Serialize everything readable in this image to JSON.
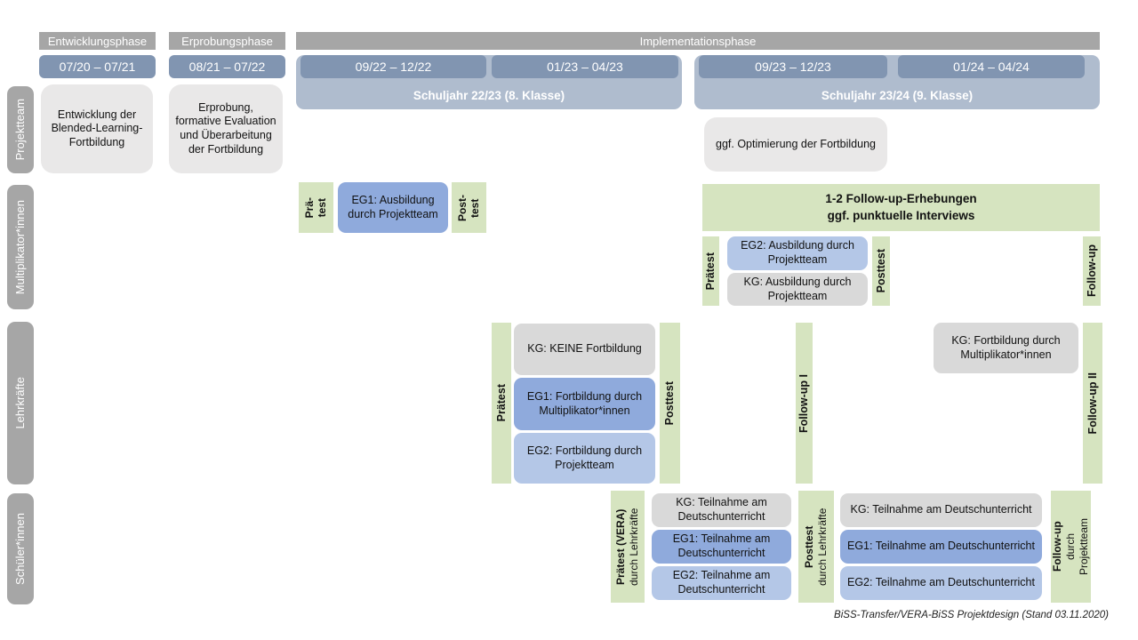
{
  "phases": {
    "p1": "Entwicklungsphase",
    "p2": "Erprobungsphase",
    "p3": "Implementationsphase"
  },
  "timeline": {
    "d1": "07/20 – 07/21",
    "d2": "08/21 – 07/22",
    "d3": "09/22 – 12/22",
    "d4": "01/23 – 04/23",
    "d5": "09/23 – 12/23",
    "d6": "01/24 – 04/24",
    "sj1": "Schuljahr 22/23 (8. Klasse)",
    "sj2": "Schuljahr 23/24 (9. Klasse)"
  },
  "rails": {
    "r1": "Projektteam",
    "r2": "Multiplikator*innen",
    "r3": "Lehrkräfte",
    "r4": "Schüler*innen"
  },
  "projektteam": {
    "entwicklung": "Entwicklung der Blended-Learning-Fortbildung",
    "erprobung": "Erprobung, formative Evaluation und Überarbeitung der Fortbildung",
    "optimierung": "ggf. Optimierung der Fortbildung"
  },
  "multiplikatoren": {
    "praetest_sj1": "Prä-\ntest",
    "eg1": "EG1: Ausbildung durch Projektteam",
    "posttest_sj1": "Post-\ntest",
    "followup_box": "1-2 Follow-up-Erhebungen\nggf. punktuelle Interviews",
    "praetest_sj2": "Prätest",
    "eg2": "EG2: Ausbildung durch Projektteam",
    "kg": "KG: Ausbildung durch Projektteam",
    "posttest_sj2": "Posttest",
    "followup": "Follow-up"
  },
  "lehrkraefte": {
    "praetest": "Prätest",
    "kg": "KG: KEINE Fortbildung",
    "eg1": "EG1: Fortbildung durch Multiplikator*innen",
    "eg2": "EG2: Fortbildung durch Projektteam",
    "posttest": "Posttest",
    "followup1": "Follow-up I",
    "kg2": "KG: Fortbildung durch Multiplikator*innen",
    "followup2": "Follow-up II"
  },
  "schueler": {
    "praetest_title": "Prätest (VERA)",
    "praetest_sub": "durch  Lehrkräfte",
    "kg1": "KG: Teilnahme am Deutschunterricht",
    "eg1_1": "EG1: Teilnahme am Deutschunterricht",
    "eg2_1": "EG2: Teilnahme am Deutschunterricht",
    "posttest_title": "Posttest",
    "posttest_sub": "durch  Lehrkräfte",
    "kg2": "KG: Teilnahme am Deutschunterricht",
    "eg1_2": "EG1: Teilnahme am Deutschunterricht",
    "eg2_2": "EG2: Teilnahme am Deutschunterricht",
    "followup_title": "Follow-up",
    "followup_sub1": "durch",
    "followup_sub2": "Projektteam"
  },
  "caption": "BiSS-Transfer/VERA-BiSS Projektdesign (Stand 03.11.2020)",
  "colors": {
    "phase_gray": "#a6a6a6",
    "date_blue": "#8195b1",
    "container_blue": "#afbcce",
    "box_gray_light": "#e9e8e8",
    "kg_gray": "#d9d9d9",
    "eg1_blue": "#8faadc",
    "eg2_blue": "#b4c7e7",
    "green": "#d6e4c0"
  }
}
